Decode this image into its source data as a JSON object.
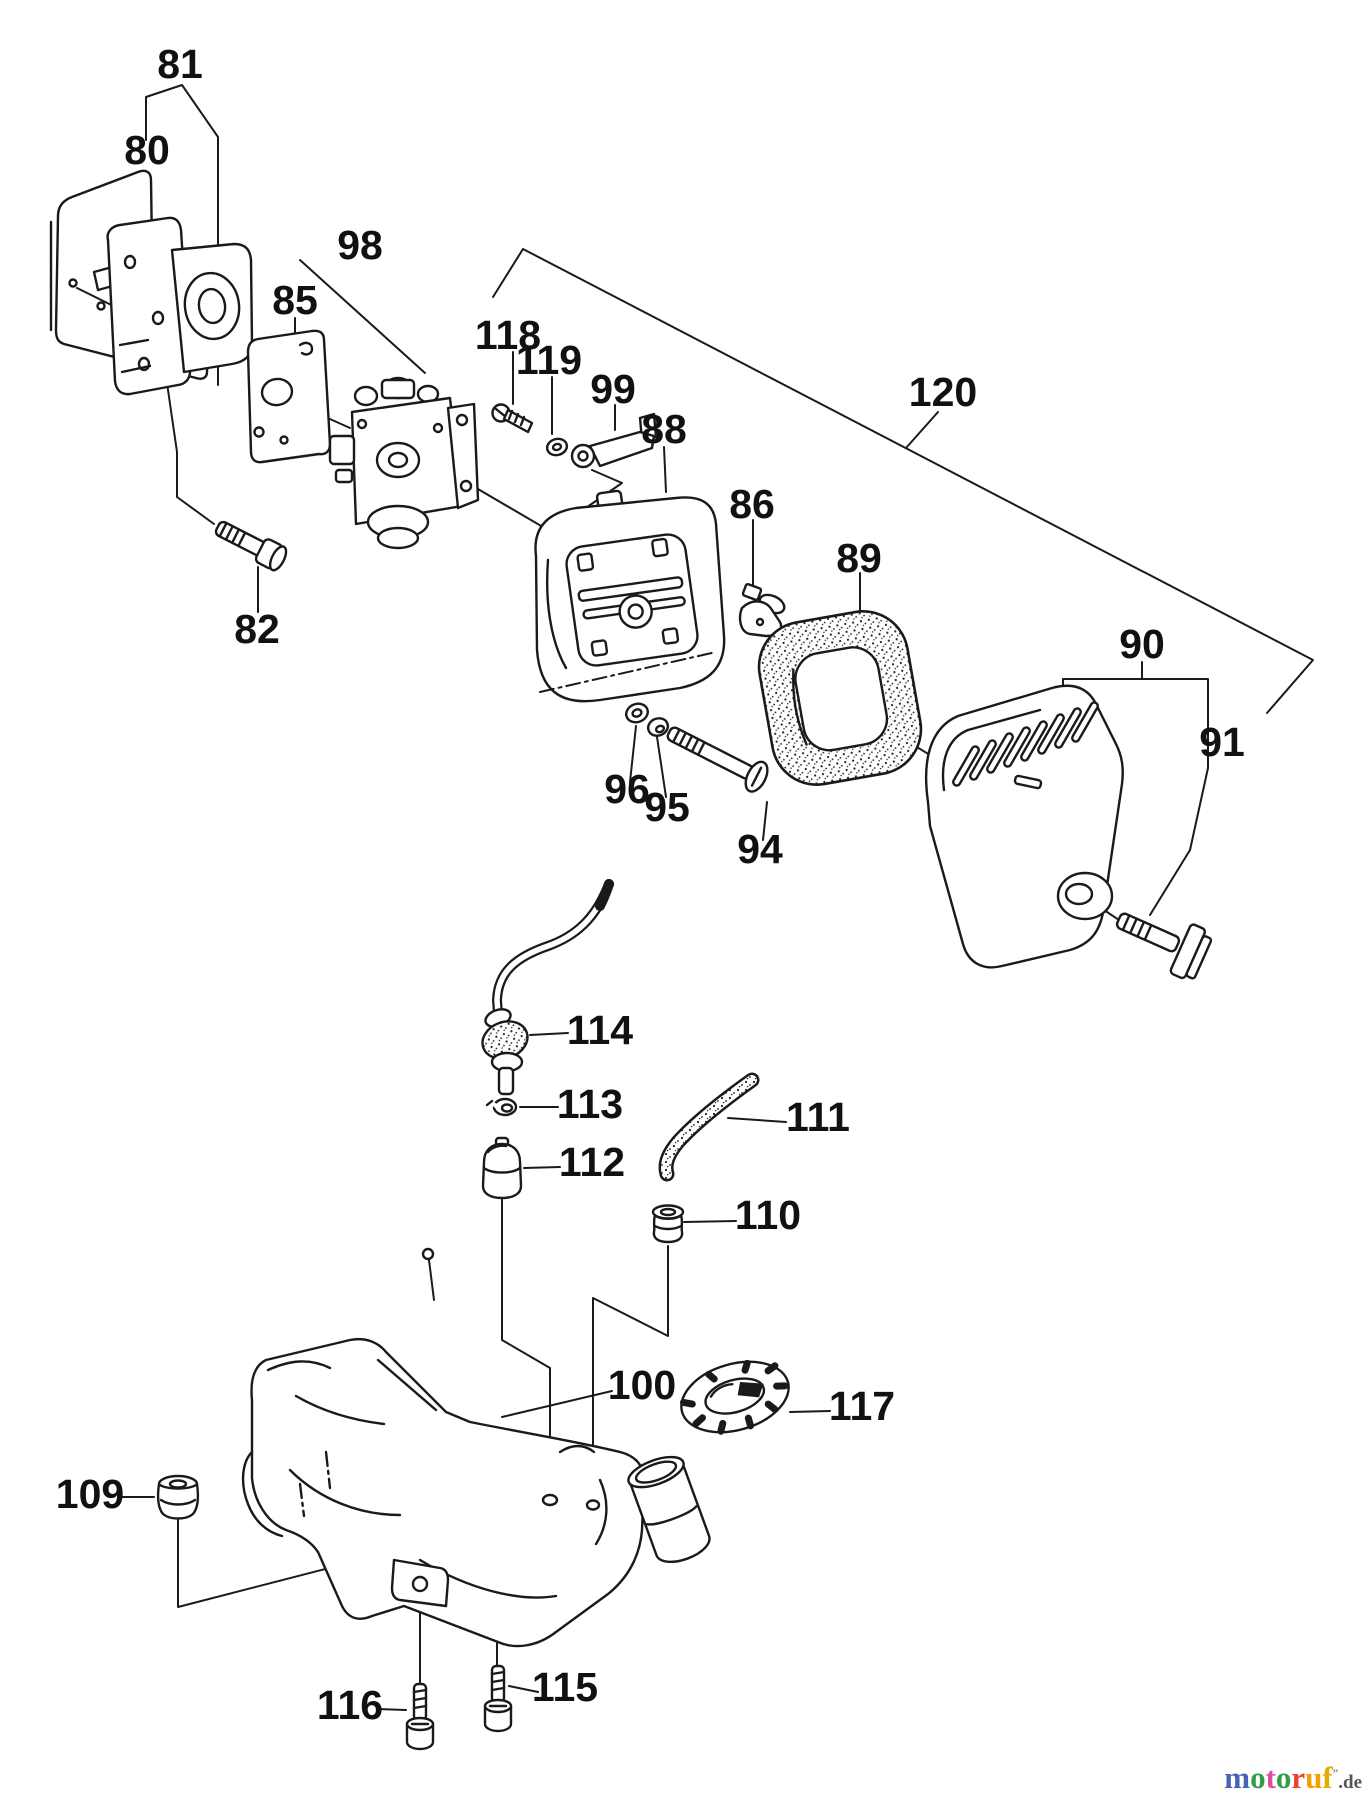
{
  "diagram": {
    "background": "#ffffff",
    "line_color": "#1a1a1a",
    "labels": {
      "81": "81",
      "80": "80",
      "98": "98",
      "85": "85",
      "118": "118",
      "119": "119",
      "99": "99",
      "120": "120",
      "88": "88",
      "86": "86",
      "89": "89",
      "82": "82",
      "90": "90",
      "91": "91",
      "96": "96",
      "95": "95",
      "94": "94",
      "114": "114",
      "113": "113",
      "111": "111",
      "112": "112",
      "110": "110",
      "100": "100",
      "117": "117",
      "109": "109",
      "115": "115",
      "116": "116"
    }
  },
  "logo": {
    "letters": [
      {
        "char": "m",
        "color": "#4663b5"
      },
      {
        "char": "o",
        "color": "#2f9e44"
      },
      {
        "char": "t",
        "color": "#d6519f"
      },
      {
        "char": "o",
        "color": "#2f9e44"
      },
      {
        "char": "r",
        "color": "#e8432c"
      },
      {
        "char": "u",
        "color": "#f59f00"
      },
      {
        "char": "f",
        "color": "#dfae00"
      }
    ],
    "trademark": "”",
    "suffix": ".de",
    "suffix_color": "#555555"
  }
}
